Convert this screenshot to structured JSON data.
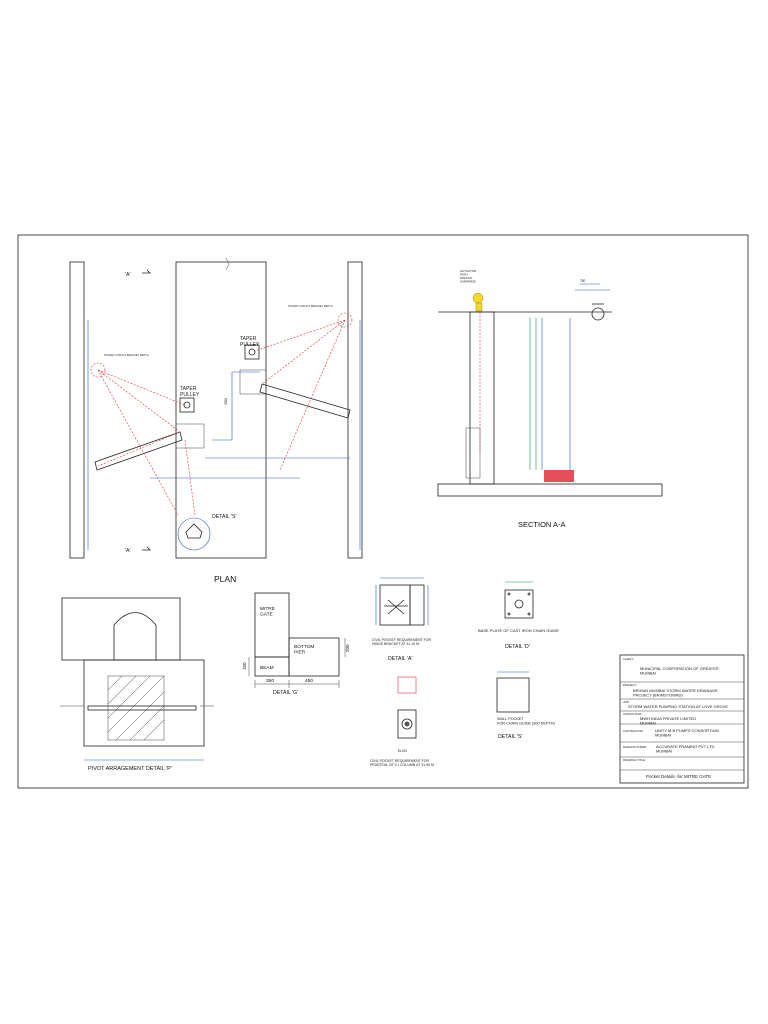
{
  "plan": {
    "title": "PLAN",
    "section_marker": "'A'",
    "taper_pulley": "TAPER\nPULLEY",
    "detail_s_callout": "DETAIL 'S'",
    "dim_3000": "3000",
    "pocket_note": "POCKET FOR M.S.BRACKET DEPTH"
  },
  "section": {
    "title": "SECTION A-A",
    "actuator_note": "ACTUATOR\nWITH\nMANUAL\nOVERRIDE",
    "dim_top": "750"
  },
  "pivot": {
    "title": "PIVOT ARRAGEMENT  DETAIL 'P'"
  },
  "detail_g": {
    "title": "DETAIL 'G'",
    "mitre_gate": "MITRE\nGATE",
    "bottom_pier": "BOTTOM\nPIER",
    "beam": "BEAM",
    "dim_150": "150",
    "dim_350": "350",
    "dim_450": "450",
    "dim_200": "200"
  },
  "detail_a": {
    "title": "DETAIL 'A'",
    "caption": "CIVIL POCKET REQUIREMENT FOR\nHINGE BRACKET AT 31.10 M"
  },
  "detail_d": {
    "title": "DETAIL 'D'",
    "caption": "BASE PLATE OF CAST IRON CHAIN GUIDE"
  },
  "detail_s": {
    "title": "DETAIL 'S'",
    "caption": "WALL POCKET\nFOR CHAIN GUIDE (300 DEPTH)"
  },
  "detail_pedestal": {
    "caption": "CIVIL POCKET REQUIREMENT FOR\nPEDESTAL OF C.I COLUMN AT 31.50 M",
    "label": "ELVN"
  },
  "title_block": {
    "client_label": "CLIENT:",
    "client": "MUNICIPAL CORPORATION OF GREATER\nMUMBAI",
    "project_label": "PROJECT:",
    "project": "BRIHAN MUMBAI STORM WATER DRAINAGE\nPROJECT (BRIMSTOWAD)",
    "job_label": "JOB:",
    "job": "STORM WATER PUMPING STATION AT LOVE GROVE",
    "consultant_label": "CONSULTANT:",
    "consultant": "MWH INDIA PRIVATE LIMITED\nMUMBAI",
    "contractor_label": "CONTRACTOR:",
    "contractor": "UNITY M.B PUMPS CONSORTIUM\nMUMBAI",
    "manufacturer_label": "MANUFACTURER:",
    "manufacturer": "ACCURATE FRAMING PVT LTD\nMUMBAI",
    "drawing_title_label": "DRAWING TITLE:",
    "drawing_title": "Pocket Details -for MITRE GATE"
  }
}
